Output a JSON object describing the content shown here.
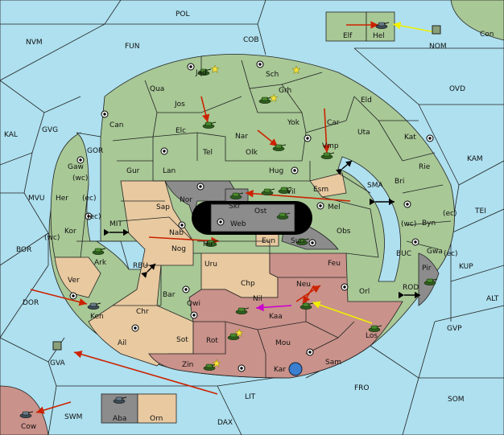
{
  "territories": {
    "POL": "POL",
    "NVM": "NVM",
    "FUN": "FUN",
    "COB": "COB",
    "Elf": "Elf",
    "Hel": "Hel",
    "NOM": "NOM",
    "Con": "Con",
    "KAL": "KAL",
    "GVG": "GVG",
    "OVD": "OVD",
    "Jad": "Jad",
    "Sch": "Sch",
    "Qua": "Qua",
    "Grh": "Grh",
    "Jos": "Jos",
    "Eld": "Eld",
    "Can": "Can",
    "Elc": "Elc",
    "Nar": "Nar",
    "Yok": "Yok",
    "Car": "Car",
    "Uta": "Uta",
    "Kat": "Kat",
    "KAM": "KAM",
    "Tel": "Tel",
    "Olk": "Olk",
    "Vmp": "Vmp",
    "GOR": "GOR",
    "Gaw": "Gaw",
    "Gur": "Gur",
    "Lan": "Lan",
    "Hug": "Hug",
    "Rie": "Rie",
    "Bri": "Bri",
    "SMA": "SMA",
    "Esm": "Esm",
    "Vil": "Vil",
    "Nor": "Nor",
    "Skr": "Skr",
    "Her": "Her",
    "wc1": "(wc)",
    "ec1": "(ec)",
    "MVU": "MVU",
    "Sap": "Sap",
    "Ost": "Ost",
    "Web": "Web",
    "Mel": "Mel",
    "Byn": "Byn",
    "wc2": "(wc)",
    "ec2": "(ec)",
    "TEI": "TEI",
    "Kor": "Kor",
    "ec3": "(ec)",
    "MIT": "MIT",
    "Nab": "Nab",
    "Hir": "Hir",
    "Eun": "Eun",
    "Sun": "Sun",
    "Obs": "Obs",
    "BOR": "BOR",
    "wc3": "(wc)",
    "Gwa": "Gwa",
    "ec4": "(ec)",
    "Ark": "Ark",
    "RBU": "RBU",
    "Nog": "Nog",
    "BUC": "BUC",
    "KUP": "KUP",
    "Pir": "Pir",
    "Uru": "Uru",
    "Feu": "Feu",
    "Ver": "Ver",
    "Chp": "Chp",
    "Neu": "Neu",
    "Orl": "Orl",
    "ROD": "ROD",
    "DOR": "DOR",
    "Bar": "Bar",
    "Qwi": "Qwi",
    "Nil": "Nil",
    "ALT": "ALT",
    "Ken": "Ken",
    "Chr": "Chr",
    "Kaa": "Kaa",
    "GVP": "GVP",
    "Los": "Los",
    "Ail": "Ail",
    "Sot": "Sot",
    "Rot": "Rot",
    "Mou": "Mou",
    "GVA": "GVA",
    "Zin": "Zin",
    "Kar": "Kar",
    "Sam": "Sam",
    "FRO": "FRO",
    "LIT": "LIT",
    "SOM": "SOM",
    "SWM": "SWM",
    "Aba": "Aba",
    "Orn": "Orn",
    "DAX": "DAX",
    "Cow": "Cow"
  },
  "colors": {
    "sea": "#aee0ef",
    "green_power": "#a8c896",
    "tan_power": "#e8c9a0",
    "red_power": "#c9928a",
    "gray_power": "#8c8c8c",
    "order_red": "#cc2200",
    "order_yellow": "#f0f000",
    "order_magenta": "#cc00cc"
  },
  "icons": {
    "army": "tank-icon",
    "fleet": "ship-icon",
    "supply_center": "supply-center-icon",
    "build": "star-icon"
  }
}
